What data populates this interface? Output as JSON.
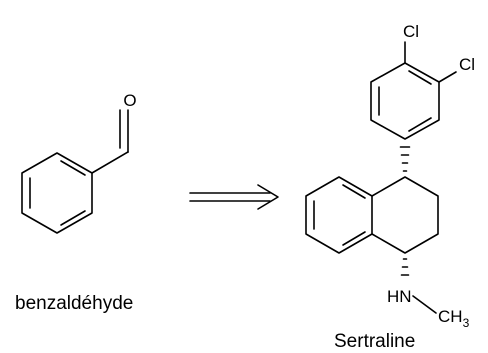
{
  "benzaldehyde": {
    "name": "benzaldéhyde",
    "atom_o": "O"
  },
  "sertraline": {
    "name": "Sertraline",
    "atom_cl_top": "Cl",
    "atom_cl_side": "Cl",
    "atom_nh": "HN",
    "atom_ch": "CH",
    "atom_ch_sub": "3"
  },
  "colors": {
    "ink": "#000000",
    "background": "#ffffff"
  },
  "icons": {
    "transform_arrow": "double-line-right-arrow"
  }
}
